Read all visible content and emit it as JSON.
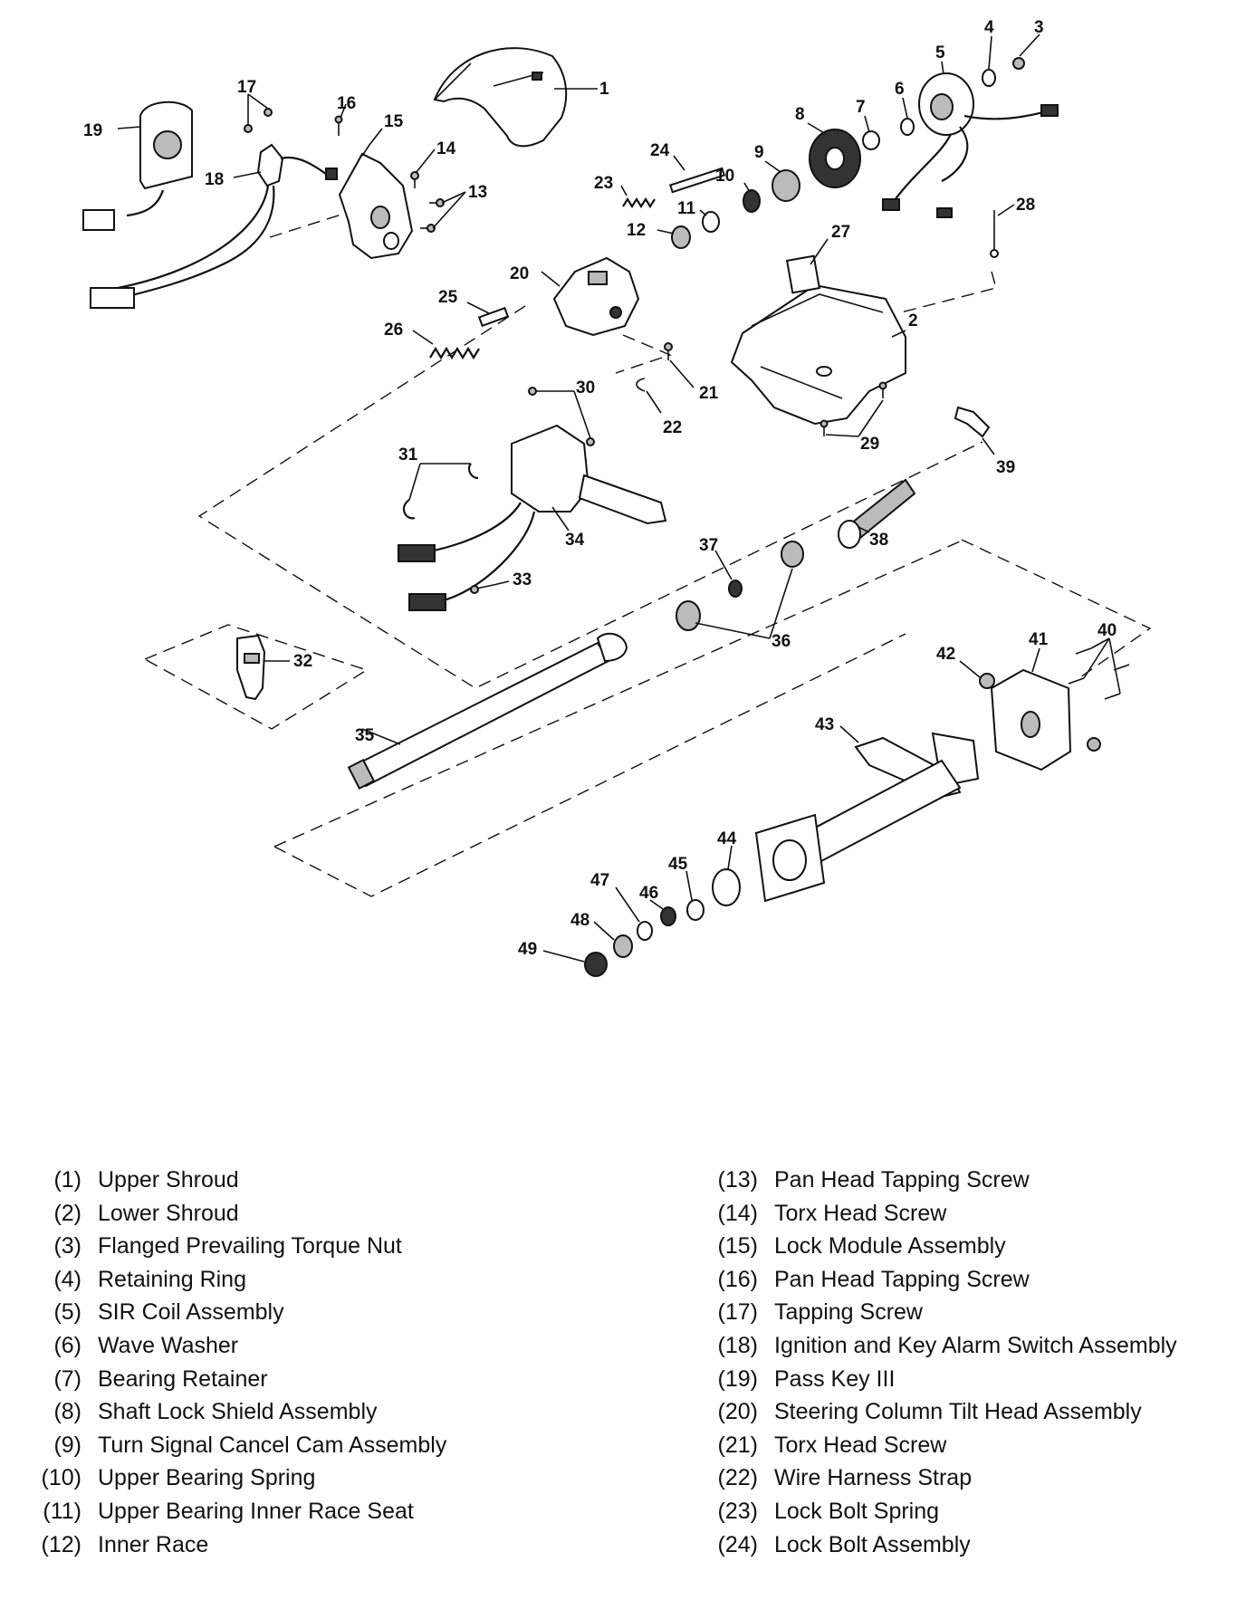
{
  "callouts": [
    "1",
    "2",
    "3",
    "4",
    "5",
    "6",
    "7",
    "8",
    "9",
    "10",
    "11",
    "12",
    "13",
    "14",
    "15",
    "16",
    "17",
    "18",
    "19",
    "20",
    "21",
    "22",
    "23",
    "24",
    "25",
    "26",
    "27",
    "28",
    "29",
    "30",
    "31",
    "32",
    "33",
    "34",
    "35",
    "36",
    "37",
    "38",
    "39",
    "40",
    "41",
    "42",
    "43",
    "44",
    "45",
    "46",
    "47",
    "48",
    "49"
  ],
  "legend": {
    "left": [
      {
        "num": "(1)",
        "label": "Upper Shroud"
      },
      {
        "num": "(2)",
        "label": "Lower Shroud"
      },
      {
        "num": "(3)",
        "label": "Flanged Prevailing Torque Nut"
      },
      {
        "num": "(4)",
        "label": "Retaining Ring"
      },
      {
        "num": "(5)",
        "label": "SIR Coil Assembly"
      },
      {
        "num": "(6)",
        "label": "Wave Washer"
      },
      {
        "num": "(7)",
        "label": "Bearing Retainer"
      },
      {
        "num": "(8)",
        "label": "Shaft Lock Shield Assembly"
      },
      {
        "num": "(9)",
        "label": "Turn Signal Cancel Cam Assembly"
      },
      {
        "num": "(10)",
        "label": "Upper Bearing Spring"
      },
      {
        "num": "(11)",
        "label": "Upper Bearing Inner Race Seat"
      },
      {
        "num": "(12)",
        "label": "Inner Race"
      }
    ],
    "right": [
      {
        "num": "(13)",
        "label": "Pan Head Tapping Screw"
      },
      {
        "num": "(14)",
        "label": "Torx Head Screw"
      },
      {
        "num": "(15)",
        "label": "Lock Module Assembly"
      },
      {
        "num": "(16)",
        "label": "Pan Head Tapping Screw"
      },
      {
        "num": "(17)",
        "label": "Tapping Screw"
      },
      {
        "num": "(18)",
        "label": "Ignition and Key Alarm Switch Assembly"
      },
      {
        "num": "(19)",
        "label": "Pass Key III"
      },
      {
        "num": "(20)",
        "label": "Steering Column Tilt Head Assembly"
      },
      {
        "num": "(21)",
        "label": "Torx Head Screw"
      },
      {
        "num": "(22)",
        "label": "Wire Harness Strap"
      },
      {
        "num": "(23)",
        "label": "Lock Bolt Spring"
      },
      {
        "num": "(24)",
        "label": "Lock Bolt Assembly"
      }
    ]
  }
}
